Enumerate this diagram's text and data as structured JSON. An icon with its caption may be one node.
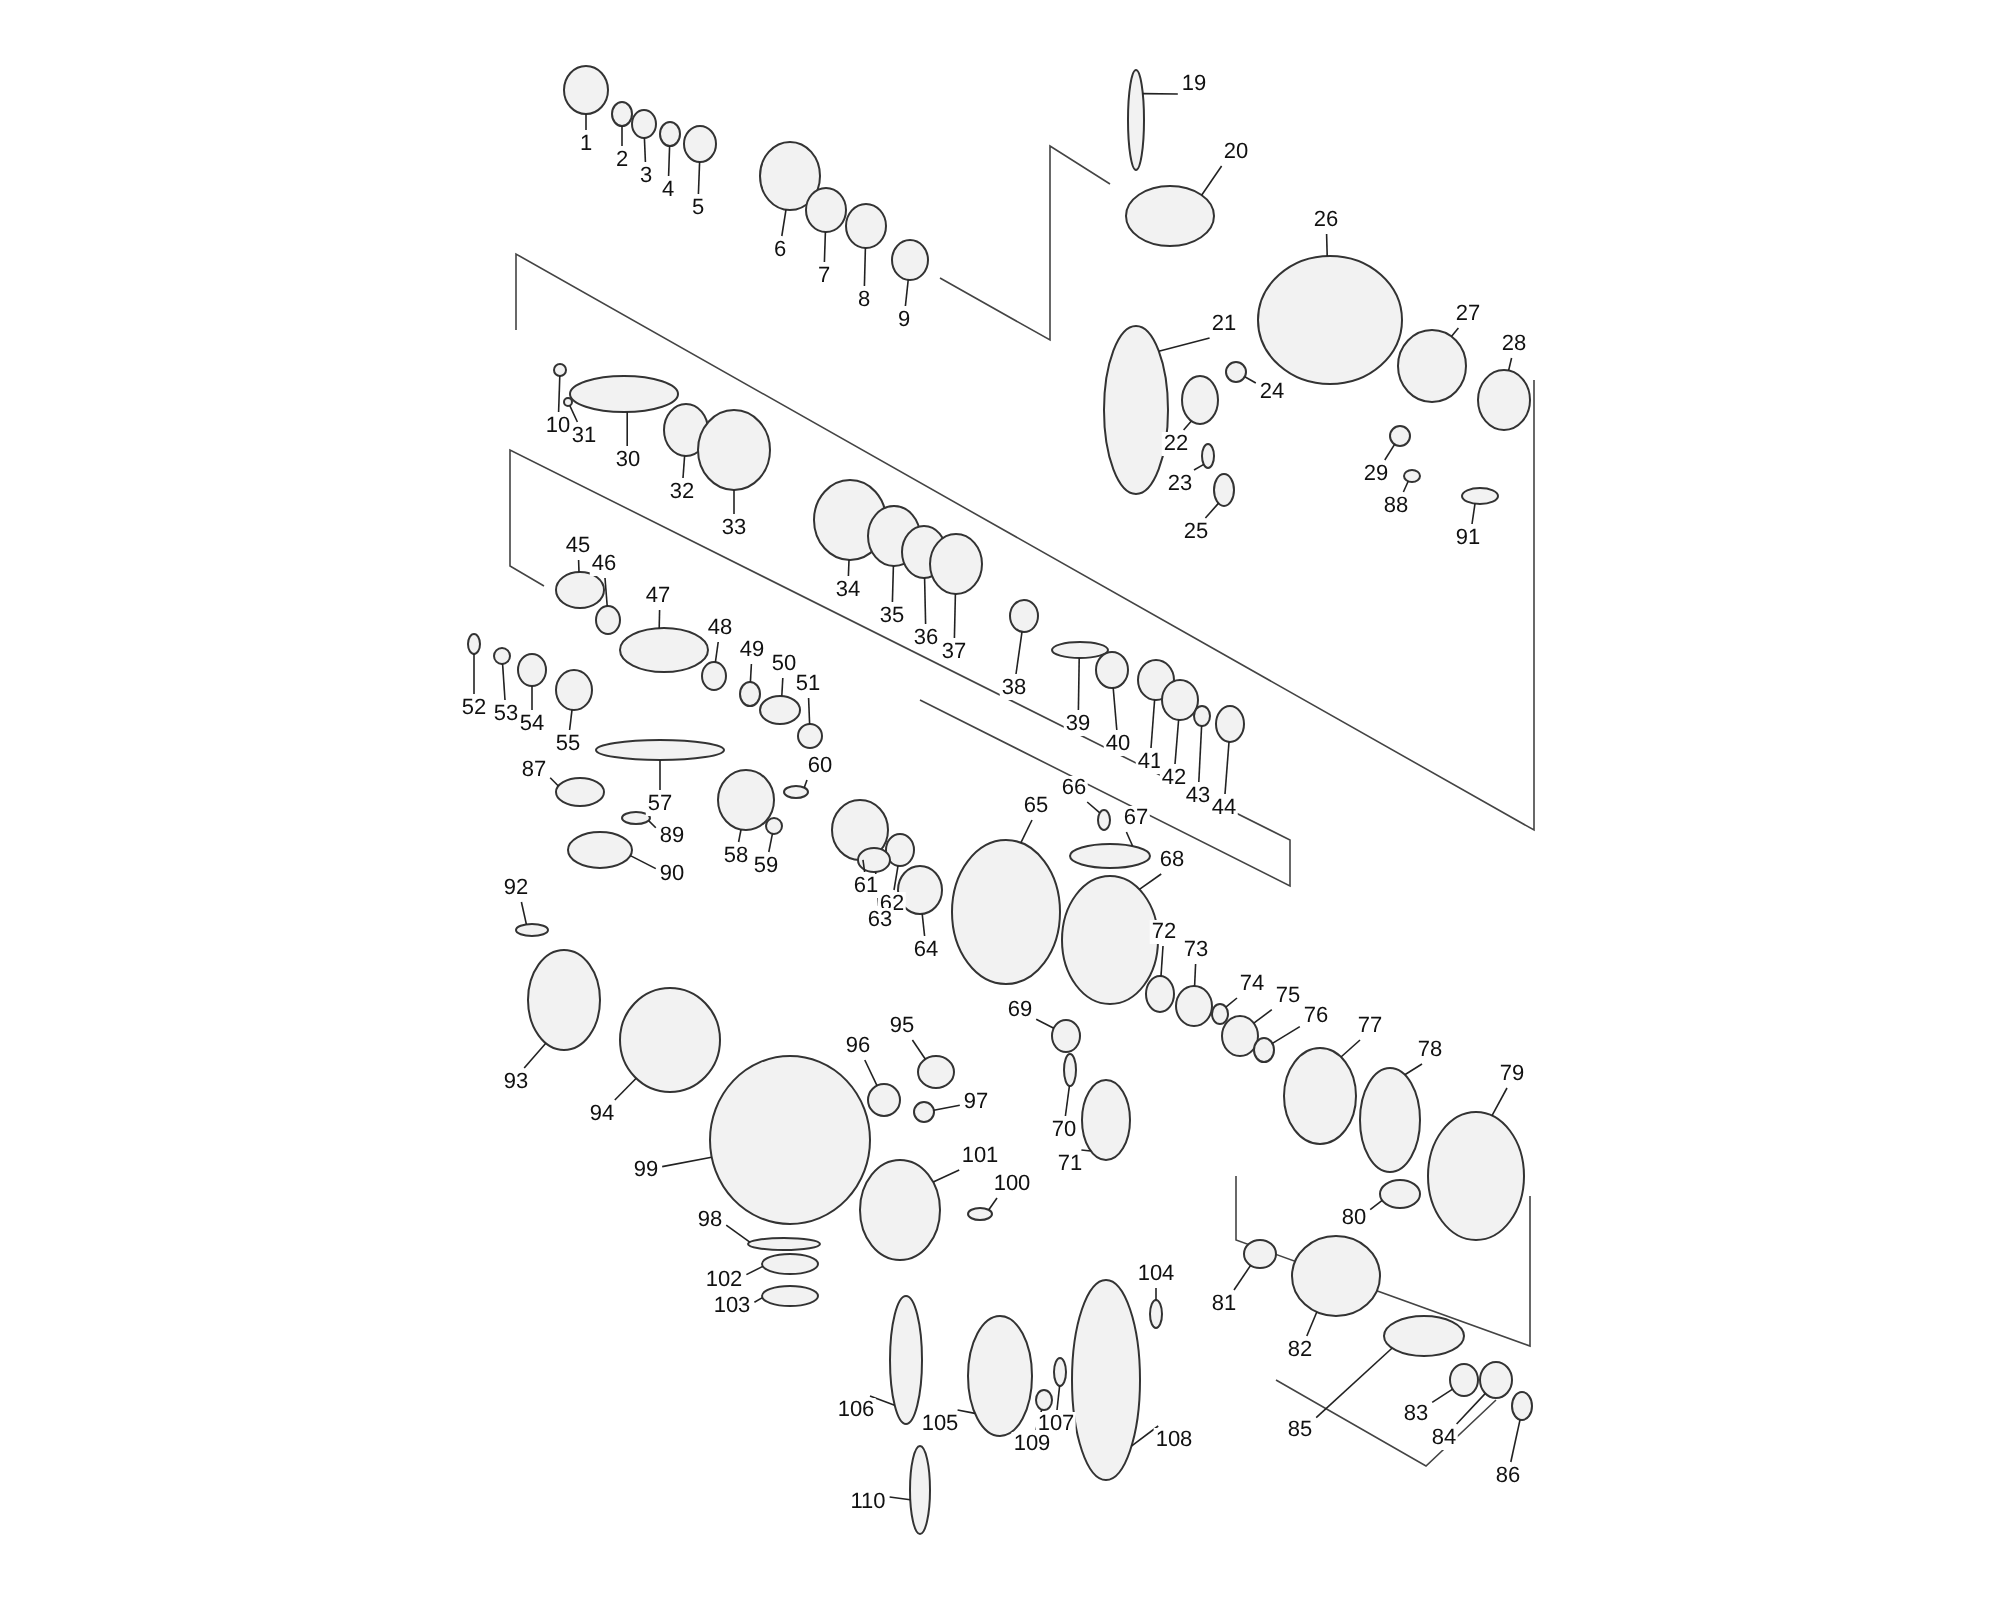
{
  "diagram": {
    "nodes": [
      {
        "text": [
          "1"
        ]
      },
      {
        "text": [
          "2"
        ]
      },
      {
        "text": [
          "3"
        ]
      },
      {
        "text": [
          "4"
        ]
      },
      {
        "text": [
          "5"
        ]
      },
      {
        "text": [
          "6"
        ]
      },
      {
        "text": [
          "7"
        ]
      },
      {
        "text": [
          "8"
        ]
      },
      {
        "text": [
          "9"
        ]
      },
      {
        "text": [
          "10"
        ]
      },
      {
        "text": [
          "19"
        ]
      },
      {
        "text": [
          "20"
        ]
      },
      {
        "text": [
          "21"
        ]
      },
      {
        "text": [
          "22"
        ]
      },
      {
        "text": [
          "23"
        ]
      },
      {
        "text": [
          "24"
        ]
      },
      {
        "text": [
          "25"
        ]
      },
      {
        "text": [
          "26"
        ]
      },
      {
        "text": [
          "27"
        ]
      },
      {
        "text": [
          "28"
        ]
      },
      {
        "text": [
          "29"
        ]
      },
      {
        "text": [
          "30"
        ]
      },
      {
        "text": [
          "31"
        ]
      },
      {
        "text": [
          "32"
        ]
      },
      {
        "text": [
          "33"
        ]
      },
      {
        "text": [
          "34"
        ]
      },
      {
        "text": [
          "35"
        ]
      },
      {
        "text": [
          "36"
        ]
      },
      {
        "text": [
          "37"
        ]
      },
      {
        "text": [
          "38"
        ]
      },
      {
        "text": [
          "39"
        ]
      },
      {
        "text": [
          "40"
        ]
      },
      {
        "text": [
          "41"
        ]
      },
      {
        "text": [
          "42"
        ]
      },
      {
        "text": [
          "43"
        ]
      },
      {
        "text": [
          "44"
        ]
      },
      {
        "text": [
          "45"
        ]
      },
      {
        "text": [
          "46"
        ]
      },
      {
        "text": [
          "47"
        ]
      },
      {
        "text": [
          "48"
        ]
      },
      {
        "text": [
          "49"
        ]
      },
      {
        "text": [
          "50"
        ]
      },
      {
        "text": [
          "51"
        ]
      },
      {
        "text": [
          "52"
        ]
      },
      {
        "text": [
          "53"
        ]
      },
      {
        "text": [
          "54"
        ]
      },
      {
        "text": [
          "55"
        ]
      },
      {
        "text": [
          "57"
        ]
      },
      {
        "text": [
          "58"
        ]
      },
      {
        "text": [
          "59"
        ]
      },
      {
        "text": [
          "60"
        ]
      },
      {
        "text": [
          "61"
        ]
      },
      {
        "text": [
          "62"
        ]
      },
      {
        "text": [
          "63"
        ]
      },
      {
        "text": [
          "64"
        ]
      },
      {
        "text": [
          "65"
        ]
      },
      {
        "text": [
          "66"
        ]
      },
      {
        "text": [
          "67"
        ]
      },
      {
        "text": [
          "68"
        ]
      },
      {
        "text": [
          "69"
        ]
      },
      {
        "text": [
          "70"
        ]
      },
      {
        "text": [
          "71"
        ]
      },
      {
        "text": [
          "72"
        ]
      },
      {
        "text": [
          "73"
        ]
      },
      {
        "text": [
          "74"
        ]
      },
      {
        "text": [
          "75"
        ]
      },
      {
        "text": [
          "76"
        ]
      },
      {
        "text": [
          "77"
        ]
      },
      {
        "text": [
          "78"
        ]
      },
      {
        "text": [
          "79"
        ]
      },
      {
        "text": [
          "80"
        ]
      },
      {
        "text": [
          "81"
        ]
      },
      {
        "text": [
          "82"
        ]
      },
      {
        "text": [
          "83"
        ]
      },
      {
        "text": [
          "84"
        ]
      },
      {
        "text": [
          "85"
        ]
      },
      {
        "text": [
          "86"
        ]
      },
      {
        "text": [
          "87"
        ]
      },
      {
        "text": [
          "88"
        ]
      },
      {
        "text": [
          "89"
        ]
      },
      {
        "text": [
          "90"
        ]
      },
      {
        "text": [
          "91"
        ]
      },
      {
        "text": [
          "92"
        ]
      },
      {
        "text": [
          "93"
        ]
      },
      {
        "text": [
          "94"
        ]
      },
      {
        "text": [
          "95"
        ]
      },
      {
        "text": [
          "96"
        ]
      },
      {
        "text": [
          "97"
        ]
      },
      {
        "text": [
          "98"
        ]
      },
      {
        "text": [
          "99"
        ]
      },
      {
        "text": [
          "100"
        ]
      },
      {
        "text": [
          "101"
        ]
      },
      {
        "text": [
          "102"
        ]
      },
      {
        "text": [
          "103"
        ]
      },
      {
        "text": [
          "104"
        ]
      },
      {
        "text": [
          "105"
        ]
      },
      {
        "text": [
          "106"
        ]
      },
      {
        "text": [
          "107"
        ]
      },
      {
        "text": [
          "108"
        ]
      },
      {
        "text": [
          "109"
        ]
      },
      {
        "text": [
          "110"
        ]
      },
      {
        "text": [],
        "shape": "circle"
      },
      {
        "text": [],
        "shape": "circle"
      },
      {
        "text": [],
        "shape": "circle"
      },
      {
        "text": [],
        "shape": "circle"
      },
      {
        "text": [],
        "shape": "circle"
      },
      {
        "text": [],
        "shape": "circle"
      },
      {
        "text": [],
        "shape": "circle"
      },
      {
        "text": [],
        "shape": "circle"
      },
      {
        "text": [],
        "shape": "circle"
      },
      {
        "text": [],
        "shape": "circle"
      },
      {
        "text": [],
        "shape": "circle"
      },
      {
        "text": [],
        "shape": "circle"
      },
      {
        "text": [],
        "shape": "circle"
      },
      {
        "text": [],
        "shape": "circle"
      },
      {
        "text": [],
        "shape": "circle"
      },
      {
        "text": [],
        "shape": "circle"
      },
      {
        "text": [],
        "shape": "circle"
      },
      {
        "text": [],
        "shape": "circle"
      },
      {
        "text": [],
        "shape": "circle"
      },
      {
        "text": [],
        "shape": "circle"
      },
      {
        "text": [],
        "shape": "circle"
      },
      {
        "text": [],
        "shape": "circle"
      },
      {
        "text": [],
        "shape": "circle"
      },
      {
        "text": [],
        "shape": "circle"
      },
      {
        "text": [],
        "shape": "circle"
      },
      {
        "text": [],
        "shape": "circle"
      },
      {
        "text": [],
        "shape": "circle"
      },
      {
        "text": [],
        "shape": "circle"
      },
      {
        "text": [],
        "shape": "circle"
      },
      {
        "text": [],
        "shape": "circle"
      },
      {
        "text": [],
        "shape": "circle"
      },
      {
        "text": [],
        "shape": "circle"
      },
      {
        "text": [],
        "shape": "circle"
      },
      {
        "text": [],
        "shape": "circle"
      },
      {
        "text": [],
        "shape": "circle"
      },
      {
        "text": [],
        "shape": "circle"
      },
      {
        "text": [],
        "shape": "circle"
      },
      {
        "text": [],
        "shape": "circle"
      },
      {
        "text": [],
        "shape": "circle"
      },
      {
        "text": [],
        "shape": "circle"
      },
      {
        "text": [],
        "shape": "circle"
      },
      {
        "text": [],
        "shape": "circle"
      },
      {
        "text": [],
        "shape": "circle"
      },
      {
        "text": [],
        "shape": "circle"
      },
      {
        "text": [],
        "shape": "circle"
      },
      {
        "text": [],
        "shape": "circle"
      },
      {
        "text": [],
        "shape": "circle"
      },
      {
        "text": [],
        "shape": "circle"
      },
      {
        "text": [],
        "shape": "circle"
      },
      {
        "text": [],
        "shape": "circle"
      },
      {
        "text": [],
        "shape": "circle"
      },
      {
        "text": [],
        "shape": "circle"
      },
      {
        "text": [],
        "shape": "circle"
      },
      {
        "text": [],
        "shape": "circle"
      },
      {
        "text": [],
        "shape": "circle"
      },
      {
        "text": [],
        "shape": "circle"
      },
      {
        "text": [],
        "shape": "circle"
      },
      {
        "text": [],
        "shape": "circle"
      },
      {
        "text": [],
        "shape": "circle"
      },
      {
        "text": [],
        "shape": "circle"
      },
      {
        "text": [],
        "shape": "circle"
      },
      {
        "text": [],
        "shape": "circle"
      },
      {
        "text": [],
        "shape": "circle"
      },
      {
        "text": [],
        "shape": "circle"
      },
      {
        "text": [],
        "shape": "circle"
      },
      {
        "text": [],
        "shape": "circle"
      },
      {
        "text": [],
        "shape": "circle"
      },
      {
        "text": [],
        "shape": "circle"
      },
      {
        "text": [],
        "shape": "circle"
      },
      {
        "text": [],
        "shape": "circle"
      },
      {
        "text": [],
        "shape": "circle"
      },
      {
        "text": [],
        "shape": "circle"
      },
      {
        "text": [],
        "shape": "circle"
      },
      {
        "text": [],
        "shape": "circle"
      },
      {
        "text": [],
        "shape": "circle"
      },
      {
        "text": [],
        "shape": "circle"
      },
      {
        "text": [],
        "shape": "circle"
      },
      {
        "text": [],
        "shape": "circle"
      },
      {
        "text": [],
        "shape": "circle"
      },
      {
        "text": [],
        "shape": "circle"
      },
      {
        "text": [],
        "shape": "circle"
      },
      {
        "text": [],
        "shape": "circle"
      },
      {
        "text": [],
        "shape": "circle"
      },
      {
        "text": [],
        "shape": "circle"
      },
      {
        "text": [],
        "shape": "circle"
      },
      {
        "text": [],
        "shape": "circle"
      },
      {
        "text": [],
        "shape": "circle"
      },
      {
        "text": [],
        "shape": "circle"
      },
      {
        "text": [],
        "shape": "circle"
      },
      {
        "text": [],
        "shape": "circle"
      },
      {
        "text": [],
        "shape": "circle"
      },
      {
        "text": [],
        "shape": "circle"
      },
      {
        "text": [],
        "shape": "circle"
      },
      {
        "text": [],
        "shape": "circle"
      },
      {
        "text": [],
        "shape": "circle"
      },
      {
        "text": [],
        "shape": "circle"
      },
      {
        "text": [],
        "shape": "circle"
      },
      {
        "text": [],
        "shape": "circle"
      },
      {
        "text": [],
        "shape": "circle"
      },
      {
        "text": [],
        "shape": "circle"
      },
      {
        "text": [],
        "shape": "circle"
      }
    ],
    "edges": [
      {
        "from": 0,
        "to": 101,
        "arrow": "none"
      },
      {
        "from": 1,
        "to": 102,
        "arrow": "none"
      },
      {
        "from": 2,
        "to": 103,
        "arrow": "none"
      },
      {
        "from": 3,
        "to": 104,
        "arrow": "none"
      },
      {
        "from": 4,
        "to": 105,
        "arrow": "none"
      },
      {
        "from": 5,
        "to": 106,
        "arrow": "none"
      },
      {
        "from": 6,
        "to": 107,
        "arrow": "none"
      },
      {
        "from": 7,
        "to": 108,
        "arrow": "none"
      },
      {
        "from": 8,
        "to": 109,
        "arrow": "none"
      },
      {
        "from": 9,
        "to": 110,
        "arrow": "none"
      },
      {
        "from": 10,
        "to": 111,
        "arrow": "none"
      },
      {
        "from": 11,
        "to": 112,
        "arrow": "none"
      },
      {
        "from": 12,
        "to": 113,
        "arrow": "none"
      },
      {
        "from": 13,
        "to": 114,
        "arrow": "none"
      },
      {
        "from": 14,
        "to": 115,
        "arrow": "none"
      },
      {
        "from": 15,
        "to": 116,
        "arrow": "none"
      },
      {
        "from": 16,
        "to": 117,
        "arrow": "none"
      },
      {
        "from": 17,
        "to": 118,
        "arrow": "none"
      },
      {
        "from": 18,
        "to": 119,
        "arrow": "none"
      },
      {
        "from": 19,
        "to": 120,
        "arrow": "none"
      },
      {
        "from": 20,
        "to": 121,
        "arrow": "none"
      },
      {
        "from": 21,
        "to": 122,
        "arrow": "none"
      },
      {
        "from": 22,
        "to": 123,
        "arrow": "none"
      },
      {
        "from": 23,
        "to": 124,
        "arrow": "none"
      },
      {
        "from": 24,
        "to": 125,
        "arrow": "none"
      },
      {
        "from": 25,
        "to": 126,
        "arrow": "none"
      },
      {
        "from": 26,
        "to": 127,
        "arrow": "none"
      },
      {
        "from": 27,
        "to": 128,
        "arrow": "none"
      },
      {
        "from": 28,
        "to": 129,
        "arrow": "none"
      },
      {
        "from": 29,
        "to": 130,
        "arrow": "none"
      },
      {
        "from": 30,
        "to": 131,
        "arrow": "none"
      },
      {
        "from": 31,
        "to": 132,
        "arrow": "none"
      },
      {
        "from": 32,
        "to": 133,
        "arrow": "none"
      },
      {
        "from": 33,
        "to": 134,
        "arrow": "none"
      },
      {
        "from": 34,
        "to": 135,
        "arrow": "none"
      },
      {
        "from": 35,
        "to": 136,
        "arrow": "none"
      },
      {
        "from": 36,
        "to": 137,
        "arrow": "none"
      },
      {
        "from": 37,
        "to": 138,
        "arrow": "none"
      },
      {
        "from": 38,
        "to": 139,
        "arrow": "none"
      },
      {
        "from": 39,
        "to": 140,
        "arrow": "none"
      },
      {
        "from": 40,
        "to": 141,
        "arrow": "none"
      },
      {
        "from": 41,
        "to": 142,
        "arrow": "none"
      },
      {
        "from": 42,
        "to": 143,
        "arrow": "none"
      },
      {
        "from": 43,
        "to": 144,
        "arrow": "none"
      },
      {
        "from": 44,
        "to": 145,
        "arrow": "none"
      },
      {
        "from": 45,
        "to": 146,
        "arrow": "none"
      },
      {
        "from": 46,
        "to": 147,
        "arrow": "none"
      },
      {
        "from": 47,
        "to": 148,
        "arrow": "none"
      },
      {
        "from": 48,
        "to": 149,
        "arrow": "none"
      },
      {
        "from": 49,
        "to": 150,
        "arrow": "none"
      },
      {
        "from": 50,
        "to": 151,
        "arrow": "none"
      },
      {
        "from": 51,
        "to": 152,
        "arrow": "none"
      },
      {
        "from": 52,
        "to": 153,
        "arrow": "none"
      },
      {
        "from": 53,
        "to": 154,
        "arrow": "none"
      },
      {
        "from": 54,
        "to": 155,
        "arrow": "none"
      },
      {
        "from": 55,
        "to": 156,
        "arrow": "none"
      },
      {
        "from": 56,
        "to": 157,
        "arrow": "none"
      },
      {
        "from": 57,
        "to": 158,
        "arrow": "none"
      },
      {
        "from": 58,
        "to": 159,
        "arrow": "none"
      },
      {
        "from": 59,
        "to": 160,
        "arrow": "none"
      },
      {
        "from": 60,
        "to": 161,
        "arrow": "none"
      },
      {
        "from": 61,
        "to": 162,
        "arrow": "none"
      },
      {
        "from": 62,
        "to": 163,
        "arrow": "none"
      },
      {
        "from": 63,
        "to": 164,
        "arrow": "none"
      },
      {
        "from": 64,
        "to": 165,
        "arrow": "none"
      },
      {
        "from": 65,
        "to": 166,
        "arrow": "none"
      },
      {
        "from": 66,
        "to": 167,
        "arrow": "none"
      },
      {
        "from": 67,
        "to": 168,
        "arrow": "none"
      },
      {
        "from": 68,
        "to": 169,
        "arrow": "none"
      },
      {
        "from": 69,
        "to": 170,
        "arrow": "none"
      },
      {
        "from": 70,
        "to": 171,
        "arrow": "none"
      },
      {
        "from": 71,
        "to": 172,
        "arrow": "none"
      },
      {
        "from": 72,
        "to": 173,
        "arrow": "none"
      },
      {
        "from": 73,
        "to": 174,
        "arrow": "none"
      },
      {
        "from": 74,
        "to": 175,
        "arrow": "none"
      },
      {
        "from": 75,
        "to": 176,
        "arrow": "none"
      },
      {
        "from": 76,
        "to": 177,
        "arrow": "none"
      },
      {
        "from": 77,
        "to": 178,
        "arrow": "none"
      },
      {
        "from": 78,
        "to": 179,
        "arrow": "none"
      },
      {
        "from": 79,
        "to": 180,
        "arrow": "none"
      },
      {
        "from": 80,
        "to": 181,
        "arrow": "none"
      },
      {
        "from": 81,
        "to": 182,
        "arrow": "none"
      },
      {
        "from": 82,
        "to": 183,
        "arrow": "none"
      },
      {
        "from": 83,
        "to": 184,
        "arrow": "none"
      },
      {
        "from": 84,
        "to": 185,
        "arrow": "none"
      },
      {
        "from": 85,
        "to": 186,
        "arrow": "none"
      },
      {
        "from": 86,
        "to": 187,
        "arrow": "none"
      },
      {
        "from": 87,
        "to": 188,
        "arrow": "none"
      },
      {
        "from": 88,
        "to": 189,
        "arrow": "none"
      },
      {
        "from": 89,
        "to": 190,
        "arrow": "none"
      },
      {
        "from": 90,
        "to": 191,
        "arrow": "none"
      },
      {
        "from": 91,
        "to": 192,
        "arrow": "none"
      },
      {
        "from": 92,
        "to": 193,
        "arrow": "none"
      },
      {
        "from": 93,
        "to": 194,
        "arrow": "none"
      },
      {
        "from": 94,
        "to": 195,
        "arrow": "none"
      },
      {
        "from": 95,
        "to": 196,
        "arrow": "none"
      },
      {
        "from": 96,
        "to": 197,
        "arrow": "none"
      },
      {
        "from": 97,
        "to": 198,
        "arrow": "none"
      },
      {
        "from": 98,
        "to": 199,
        "arrow": "none"
      },
      {
        "from": 99,
        "to": 200,
        "arrow": "none"
      },
      {
        "from": 100,
        "to": 201,
        "arrow": "none"
      }
    ]
  }
}
